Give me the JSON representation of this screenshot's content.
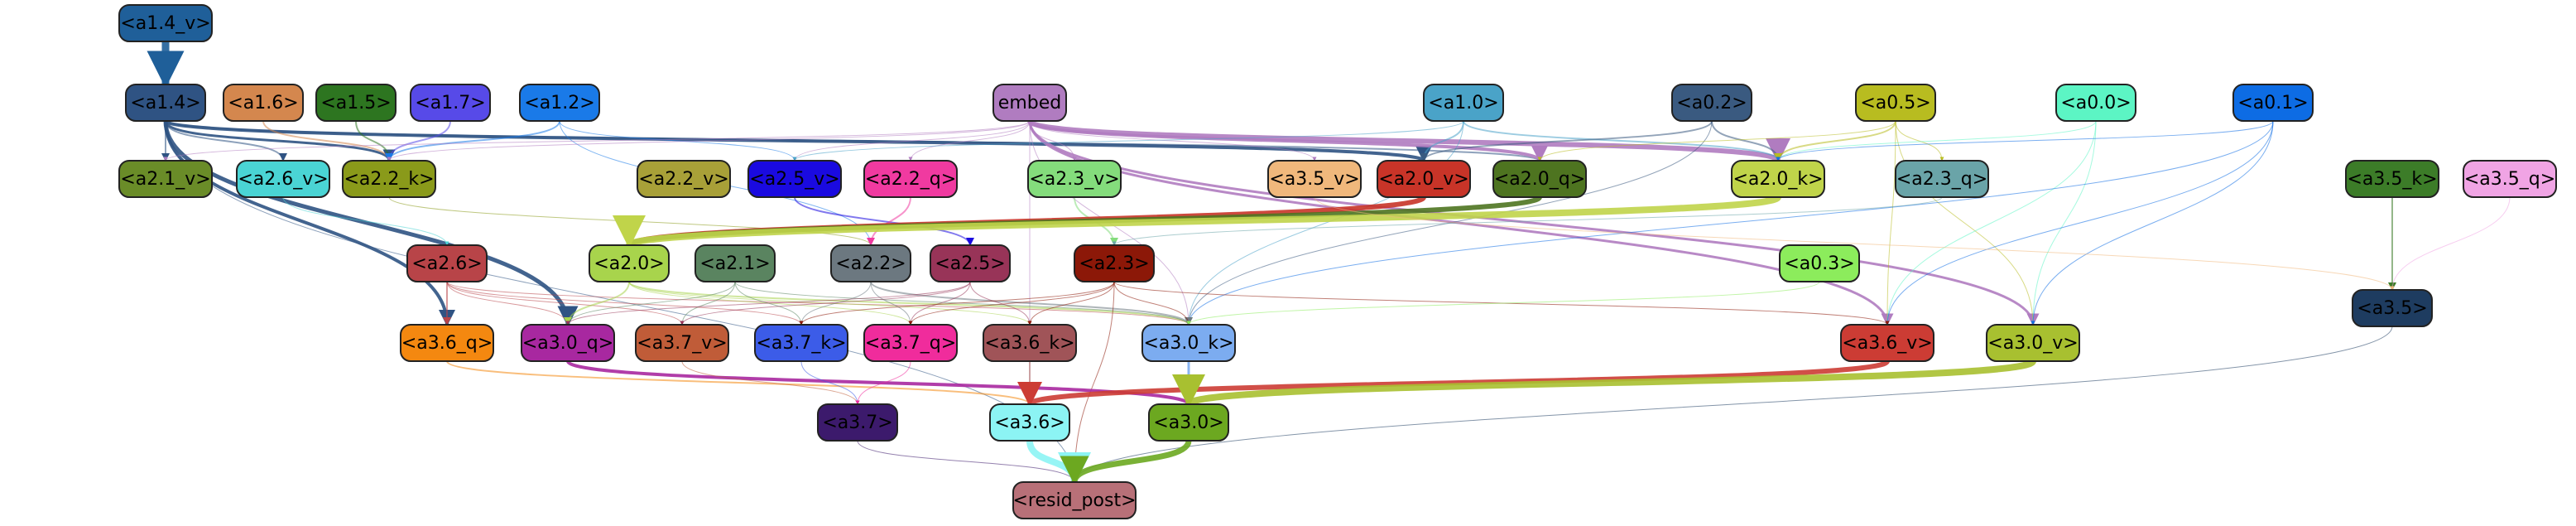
{
  "nodes": [
    {
      "id": "a1_4_v",
      "label": "<a1.4_v>",
      "fill": "#1f5f99",
      "text": "#000"
    },
    {
      "id": "a1_4",
      "label": "<a1.4>",
      "fill": "#2f5383",
      "text": "#000"
    },
    {
      "id": "a1_6",
      "label": "<a1.6>",
      "fill": "#d4874e",
      "text": "#000"
    },
    {
      "id": "a1_5",
      "label": "<a1.5>",
      "fill": "#2d7520",
      "text": "#000"
    },
    {
      "id": "a1_7",
      "label": "<a1.7>",
      "fill": "#574ae8",
      "text": "#000"
    },
    {
      "id": "a1_2",
      "label": "<a1.2>",
      "fill": "#1a7ae8",
      "text": "#000"
    },
    {
      "id": "embed",
      "label": "embed",
      "fill": "#b07cc0",
      "text": "#000"
    },
    {
      "id": "a1_0",
      "label": "<a1.0>",
      "fill": "#4aa3c8",
      "text": "#000"
    },
    {
      "id": "a0_2",
      "label": "<a0.2>",
      "fill": "#3a5a80",
      "text": "#000"
    },
    {
      "id": "a0_5",
      "label": "<a0.5>",
      "fill": "#b8bc20",
      "text": "#000"
    },
    {
      "id": "a0_0",
      "label": "<a0.0>",
      "fill": "#5cf5c4",
      "text": "#000"
    },
    {
      "id": "a0_1",
      "label": "<a0.1>",
      "fill": "#0d6ce4",
      "text": "#000"
    },
    {
      "id": "a2_1_v",
      "label": "<a2.1_v>",
      "fill": "#6a8c28",
      "text": "#000"
    },
    {
      "id": "a2_6_v",
      "label": "<a2.6_v>",
      "fill": "#4ad4d4",
      "text": "#000"
    },
    {
      "id": "a2_2_k",
      "label": "<a2.2_k>",
      "fill": "#8a9a1a",
      "text": "#000"
    },
    {
      "id": "a2_2_v",
      "label": "<a2.2_v>",
      "fill": "#a8a038",
      "text": "#000"
    },
    {
      "id": "a2_5_v",
      "label": "<a2.5_v>",
      "fill": "#1a0ae0",
      "text": "#000"
    },
    {
      "id": "a2_2_q",
      "label": "<a2.2_q>",
      "fill": "#f03aa0",
      "text": "#000"
    },
    {
      "id": "a2_3_v",
      "label": "<a2.3_v>",
      "fill": "#84dc7c",
      "text": "#000"
    },
    {
      "id": "a3_5_v",
      "label": "<a3.5_v>",
      "fill": "#f0b87c",
      "text": "#000"
    },
    {
      "id": "a2_0_v",
      "label": "<a2.0_v>",
      "fill": "#c83428",
      "text": "#000"
    },
    {
      "id": "a2_0_q",
      "label": "<a2.0_q>",
      "fill": "#4e7420",
      "text": "#000"
    },
    {
      "id": "a2_0_k",
      "label": "<a2.0_k>",
      "fill": "#c0d44a",
      "text": "#000"
    },
    {
      "id": "a2_3_q",
      "label": "<a2.3_q>",
      "fill": "#6aa4a8",
      "text": "#000"
    },
    {
      "id": "a3_5_k",
      "label": "<a3.5_k>",
      "fill": "#3c7c28",
      "text": "#000"
    },
    {
      "id": "a3_5_q",
      "label": "<a3.5_q>",
      "fill": "#f0a4e4",
      "text": "#000"
    },
    {
      "id": "a2_6",
      "label": "<a2.6>",
      "fill": "#b84448",
      "text": "#000"
    },
    {
      "id": "a2_0",
      "label": "<a2.0>",
      "fill": "#a8d44c",
      "text": "#000"
    },
    {
      "id": "a2_1",
      "label": "<a2.1>",
      "fill": "#5a8460",
      "text": "#000"
    },
    {
      "id": "a2_2",
      "label": "<a2.2>",
      "fill": "#6c7880",
      "text": "#000"
    },
    {
      "id": "a2_5",
      "label": "<a2.5>",
      "fill": "#983458",
      "text": "#000"
    },
    {
      "id": "a2_3",
      "label": "<a2.3>",
      "fill": "#8c1808",
      "text": "#000"
    },
    {
      "id": "a0_3",
      "label": "<a0.3>",
      "fill": "#8cec5c",
      "text": "#000"
    },
    {
      "id": "a3_5",
      "label": "<a3.5>",
      "fill": "#1e3c60",
      "text": "#000"
    },
    {
      "id": "a3_6_q",
      "label": "<a3.6_q>",
      "fill": "#f48810",
      "text": "#000"
    },
    {
      "id": "a3_0_q",
      "label": "<a3.0_q>",
      "fill": "#a828a0",
      "text": "#000"
    },
    {
      "id": "a3_7_v",
      "label": "<a3.7_v>",
      "fill": "#c05c38",
      "text": "#000"
    },
    {
      "id": "a3_7_k",
      "label": "<a3.7_k>",
      "fill": "#3c5ce8",
      "text": "#000"
    },
    {
      "id": "a3_7_q",
      "label": "<a3.7_q>",
      "fill": "#f02c9c",
      "text": "#000"
    },
    {
      "id": "a3_6_k",
      "label": "<a3.6_k>",
      "fill": "#a05458",
      "text": "#000"
    },
    {
      "id": "a3_0_k",
      "label": "<a3.0_k>",
      "fill": "#7cacf0",
      "text": "#000"
    },
    {
      "id": "a3_6_v",
      "label": "<a3.6_v>",
      "fill": "#cc3c34",
      "text": "#000"
    },
    {
      "id": "a3_0_v",
      "label": "<a3.0_v>",
      "fill": "#a8c030",
      "text": "#000"
    },
    {
      "id": "a3_7",
      "label": "<a3.7>",
      "fill": "#3c1a6c",
      "text": "#000"
    },
    {
      "id": "a3_6",
      "label": "<a3.6>",
      "fill": "#8cf4f4",
      "text": "#000"
    },
    {
      "id": "a3_0",
      "label": "<a3.0>",
      "fill": "#6ca820",
      "text": "#000"
    },
    {
      "id": "resid_post",
      "label": "<resid_post>",
      "fill": "#b87078",
      "text": "#000"
    }
  ],
  "edges": [
    {
      "from": "a1_4_v",
      "to": "a1_4",
      "color": "#1f5f99",
      "width": 9
    },
    {
      "from": "a1_4",
      "to": "a2_1_v",
      "color": "#2f5383",
      "width": 2
    },
    {
      "from": "a1_4",
      "to": "a2_6_v",
      "color": "#2f5383",
      "width": 2
    },
    {
      "from": "a1_4",
      "to": "a2_2_k",
      "color": "#2f5383",
      "width": 3
    },
    {
      "from": "a1_4",
      "to": "a2_0_v",
      "color": "#2f5383",
      "width": 4
    },
    {
      "from": "a1_4",
      "to": "a2_0_q",
      "color": "#2f5383",
      "width": 2
    },
    {
      "from": "a1_4",
      "to": "a3_6_q",
      "color": "#2f5383",
      "width": 4
    },
    {
      "from": "a1_4",
      "to": "a3_0_q",
      "color": "#2f5383",
      "width": 5
    },
    {
      "from": "a1_4",
      "to": "resid_post",
      "color": "#2f5383",
      "width": 1
    },
    {
      "from": "a1_6",
      "to": "a2_2_k",
      "color": "#d4874e",
      "width": 2
    },
    {
      "from": "a1_5",
      "to": "a2_2_k",
      "color": "#2d7520",
      "width": 2
    },
    {
      "from": "a1_7",
      "to": "a2_2_k",
      "color": "#574ae8",
      "width": 2
    },
    {
      "from": "a1_2",
      "to": "a2_2_k",
      "color": "#1a7ae8",
      "width": 2
    },
    {
      "from": "a1_2",
      "to": "a2_5_v",
      "color": "#1a7ae8",
      "width": 1
    },
    {
      "from": "a1_2",
      "to": "a2_2",
      "color": "#1a7ae8",
      "width": 1
    },
    {
      "from": "embed",
      "to": "a2_0_k",
      "color": "#b07cc0",
      "width": 6
    },
    {
      "from": "embed",
      "to": "a2_0_q",
      "color": "#b07cc0",
      "width": 4
    },
    {
      "from": "embed",
      "to": "a3_0_v",
      "color": "#b07cc0",
      "width": 3
    },
    {
      "from": "embed",
      "to": "a3_6_v",
      "color": "#b07cc0",
      "width": 3
    },
    {
      "from": "embed",
      "to": "a2_2_k",
      "color": "#b07cc0",
      "width": 1
    },
    {
      "from": "embed",
      "to": "a2_1_v",
      "color": "#b07cc0",
      "width": 1
    },
    {
      "from": "embed",
      "to": "a2_5_v",
      "color": "#b07cc0",
      "width": 1
    },
    {
      "from": "embed",
      "to": "a2_2_q",
      "color": "#b07cc0",
      "width": 1
    },
    {
      "from": "embed",
      "to": "a2_3_v",
      "color": "#b07cc0",
      "width": 1
    },
    {
      "from": "embed",
      "to": "a3_5_v",
      "color": "#b07cc0",
      "width": 1
    },
    {
      "from": "embed",
      "to": "a3_6_k",
      "color": "#b07cc0",
      "width": 1
    },
    {
      "from": "embed",
      "to": "a3_0_k",
      "color": "#b07cc0",
      "width": 1
    },
    {
      "from": "a1_0",
      "to": "a2_0_v",
      "color": "#4aa3c8",
      "width": 2
    },
    {
      "from": "a1_0",
      "to": "a2_0_k",
      "color": "#4aa3c8",
      "width": 2
    },
    {
      "from": "a1_0",
      "to": "a2_5_v",
      "color": "#4aa3c8",
      "width": 1
    },
    {
      "from": "a1_0",
      "to": "a3_0_k",
      "color": "#4aa3c8",
      "width": 1
    },
    {
      "from": "a0_2",
      "to": "a2_0_k",
      "color": "#3a5a80",
      "width": 2
    },
    {
      "from": "a0_2",
      "to": "a2_0_v",
      "color": "#3a5a80",
      "width": 2
    },
    {
      "from": "a0_2",
      "to": "a3_0_k",
      "color": "#3a5a80",
      "width": 1
    },
    {
      "from": "a0_5",
      "to": "a2_0_k",
      "color": "#b8bc20",
      "width": 2
    },
    {
      "from": "a0_5",
      "to": "a2_3_q",
      "color": "#b8bc20",
      "width": 1
    },
    {
      "from": "a0_5",
      "to": "a3_0_v",
      "color": "#b8bc20",
      "width": 1
    },
    {
      "from": "a0_5",
      "to": "a3_6_v",
      "color": "#b8bc20",
      "width": 1
    },
    {
      "from": "a0_5",
      "to": "a2_0_q",
      "color": "#b8bc20",
      "width": 1
    },
    {
      "from": "a0_0",
      "to": "a2_0_k",
      "color": "#5cf5c4",
      "width": 1
    },
    {
      "from": "a0_0",
      "to": "a3_0_v",
      "color": "#5cf5c4",
      "width": 1
    },
    {
      "from": "a0_0",
      "to": "a3_6_v",
      "color": "#5cf5c4",
      "width": 1
    },
    {
      "from": "a0_1",
      "to": "a2_0_k",
      "color": "#0d6ce4",
      "width": 1
    },
    {
      "from": "a0_1",
      "to": "a3_0_v",
      "color": "#0d6ce4",
      "width": 1
    },
    {
      "from": "a0_1",
      "to": "a3_6_v",
      "color": "#0d6ce4",
      "width": 1
    },
    {
      "from": "a0_1",
      "to": "a3_0_k",
      "color": "#0d6ce4",
      "width": 1
    },
    {
      "from": "a2_6_v",
      "to": "a2_6",
      "color": "#4ad4d4",
      "width": 1
    },
    {
      "from": "a2_2_k",
      "to": "a2_2",
      "color": "#8a9a1a",
      "width": 1
    },
    {
      "from": "a2_5_v",
      "to": "a2_5",
      "color": "#1a0ae0",
      "width": 2
    },
    {
      "from": "a2_2_q",
      "to": "a2_2",
      "color": "#f03aa0",
      "width": 2
    },
    {
      "from": "a2_3_v",
      "to": "a2_3",
      "color": "#84dc7c",
      "width": 2
    },
    {
      "from": "a2_0_v",
      "to": "a2_0",
      "color": "#c83428",
      "width": 6
    },
    {
      "from": "a2_0_q",
      "to": "a2_0",
      "color": "#4e7420",
      "width": 6
    },
    {
      "from": "a2_0_k",
      "to": "a2_0",
      "color": "#c0d44a",
      "width": 8
    },
    {
      "from": "a2_3_q",
      "to": "a2_3",
      "color": "#6aa4a8",
      "width": 1
    },
    {
      "from": "a3_5_k",
      "to": "a3_5",
      "color": "#3c7c28",
      "width": 2
    },
    {
      "from": "a3_5_q",
      "to": "a3_5",
      "color": "#f0a4e4",
      "width": 1
    },
    {
      "from": "a3_5_v",
      "to": "a3_5",
      "color": "#f0b87c",
      "width": 1
    },
    {
      "from": "a2_6",
      "to": "a3_6_q",
      "color": "#b84448",
      "width": 2
    },
    {
      "from": "a2_6",
      "to": "a3_0_q",
      "color": "#b84448",
      "width": 1
    },
    {
      "from": "a2_6",
      "to": "a3_7_v",
      "color": "#b84448",
      "width": 1
    },
    {
      "from": "a2_6",
      "to": "a3_7_k",
      "color": "#b84448",
      "width": 1
    },
    {
      "from": "a2_6",
      "to": "a3_0_k",
      "color": "#b84448",
      "width": 1
    },
    {
      "from": "a2_0",
      "to": "a3_0_q",
      "color": "#a8d44c",
      "width": 2
    },
    {
      "from": "a2_0",
      "to": "a3_7_q",
      "color": "#a8d44c",
      "width": 1
    },
    {
      "from": "a2_0",
      "to": "a3_0_k",
      "color": "#a8d44c",
      "width": 2
    },
    {
      "from": "a2_0",
      "to": "a3_6_k",
      "color": "#a8d44c",
      "width": 1
    },
    {
      "from": "a2_1",
      "to": "a3_0_q",
      "color": "#5a8460",
      "width": 1
    },
    {
      "from": "a2_1",
      "to": "a3_7_v",
      "color": "#5a8460",
      "width": 1
    },
    {
      "from": "a2_1",
      "to": "a3_7_k",
      "color": "#5a8460",
      "width": 1
    },
    {
      "from": "a2_1",
      "to": "a3_0_k",
      "color": "#5a8460",
      "width": 1
    },
    {
      "from": "a2_2",
      "to": "a3_7_k",
      "color": "#6c7880",
      "width": 1
    },
    {
      "from": "a2_2",
      "to": "a3_7_q",
      "color": "#6c7880",
      "width": 1
    },
    {
      "from": "a2_2",
      "to": "a3_0_k",
      "color": "#6c7880",
      "width": 2
    },
    {
      "from": "a2_5",
      "to": "a3_7_q",
      "color": "#983458",
      "width": 1
    },
    {
      "from": "a2_5",
      "to": "a3_6_k",
      "color": "#983458",
      "width": 1
    },
    {
      "from": "a2_5",
      "to": "a3_0_q",
      "color": "#983458",
      "width": 1
    },
    {
      "from": "a2_5",
      "to": "a3_7_v",
      "color": "#983458",
      "width": 1
    },
    {
      "from": "a2_3",
      "to": "a3_6_v",
      "color": "#8c1808",
      "width": 1
    },
    {
      "from": "a2_3",
      "to": "a3_7_k",
      "color": "#8c1808",
      "width": 1
    },
    {
      "from": "a2_3",
      "to": "a3_7_q",
      "color": "#8c1808",
      "width": 1
    },
    {
      "from": "a2_3",
      "to": "a3_6_k",
      "color": "#8c1808",
      "width": 1
    },
    {
      "from": "a2_3",
      "to": "a3_0_k",
      "color": "#8c1808",
      "width": 1
    },
    {
      "from": "a2_3",
      "to": "resid_post",
      "color": "#8c1808",
      "width": 1
    },
    {
      "from": "a0_3",
      "to": "a3_0_k",
      "color": "#8cec5c",
      "width": 1
    },
    {
      "from": "a3_5",
      "to": "resid_post",
      "color": "#1e3c60",
      "width": 1
    },
    {
      "from": "a3_6_q",
      "to": "a3_6",
      "color": "#f48810",
      "width": 2
    },
    {
      "from": "a3_0_q",
      "to": "a3_0",
      "color": "#a828a0",
      "width": 4
    },
    {
      "from": "a3_7_v",
      "to": "a3_7",
      "color": "#c05c38",
      "width": 1
    },
    {
      "from": "a3_7_k",
      "to": "a3_7",
      "color": "#3c5ce8",
      "width": 1
    },
    {
      "from": "a3_7_q",
      "to": "a3_7",
      "color": "#f02c9c",
      "width": 1
    },
    {
      "from": "a3_6_k",
      "to": "a3_6",
      "color": "#a05458",
      "width": 2
    },
    {
      "from": "a3_0_k",
      "to": "a3_0",
      "color": "#7cacf0",
      "width": 3
    },
    {
      "from": "a3_6_v",
      "to": "a3_6",
      "color": "#cc3c34",
      "width": 6
    },
    {
      "from": "a3_0_v",
      "to": "a3_0",
      "color": "#a8c030",
      "width": 8
    },
    {
      "from": "a3_7",
      "to": "resid_post",
      "color": "#3c1a6c",
      "width": 1
    },
    {
      "from": "a3_6",
      "to": "resid_post",
      "color": "#8cf4f4",
      "width": 8
    },
    {
      "from": "a3_0",
      "to": "resid_post",
      "color": "#6ca820",
      "width": 7
    }
  ]
}
